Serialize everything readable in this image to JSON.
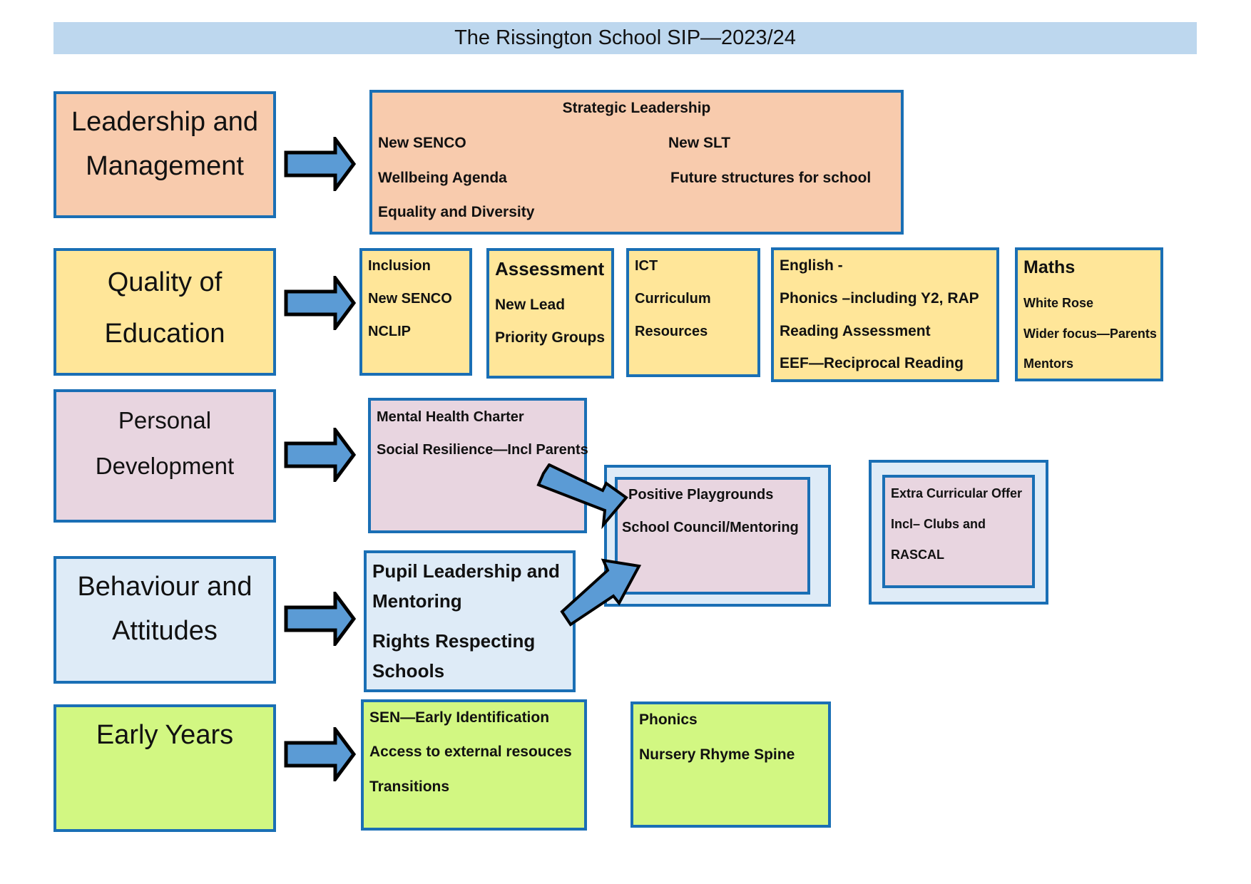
{
  "title": "The Rissington School SIP—2023/24",
  "colors": {
    "border": "#1a6fb5",
    "arrow_fill": "#5b9bd5",
    "header_bg": "#bdd7ee",
    "leadership": "#f8cbad",
    "quality": "#ffe699",
    "personal": "#e8d5e0",
    "behaviour": "#deebf7",
    "early_years": "#d2f782"
  },
  "categories": [
    {
      "id": "leadership",
      "lines": [
        "Leadership and",
        "Management"
      ]
    },
    {
      "id": "quality",
      "lines": [
        "Quality of",
        "Education"
      ]
    },
    {
      "id": "personal",
      "lines": [
        "Personal",
        "Development"
      ]
    },
    {
      "id": "behaviour",
      "lines": [
        "Behaviour and",
        "Attitudes"
      ]
    },
    {
      "id": "early_years",
      "lines": [
        "Early Years"
      ]
    }
  ],
  "leadership": {
    "heading": "Strategic Leadership",
    "left_items": [
      "New SENCO",
      "Wellbeing Agenda",
      "Equality and Diversity"
    ],
    "right_items": [
      "New SLT",
      "Future structures for school"
    ]
  },
  "quality": {
    "inclusion": [
      "Inclusion",
      "New SENCO",
      "NCLIP"
    ],
    "assessment": {
      "heading": "Assessment",
      "items": [
        "New Lead",
        "Priority Groups"
      ]
    },
    "ict": [
      "ICT",
      "Curriculum",
      "Resources"
    ],
    "english": [
      "English  -",
      "Phonics –including Y2, RAP",
      "Reading Assessment",
      "EEF—Reciprocal Reading"
    ],
    "maths": {
      "heading": "Maths",
      "items": [
        "White Rose",
        "Wider focus—Parents",
        "Mentors"
      ]
    }
  },
  "personal": {
    "main": [
      "Mental Health Charter",
      "Social Resilience—Incl Parents"
    ],
    "shared": [
      "Positive Playgrounds",
      "School Council/Mentoring"
    ],
    "extra": [
      "Extra Curricular Offer",
      "Incl– Clubs and",
      "RASCAL"
    ]
  },
  "behaviour": {
    "items": [
      "Pupil Leadership and",
      "Mentoring",
      "Rights Respecting",
      "Schools"
    ]
  },
  "early_years": {
    "main": [
      "SEN—Early Identification",
      "Access to external resouces",
      "Transitions"
    ],
    "second": [
      "Phonics",
      "Nursery Rhyme Spine"
    ]
  }
}
